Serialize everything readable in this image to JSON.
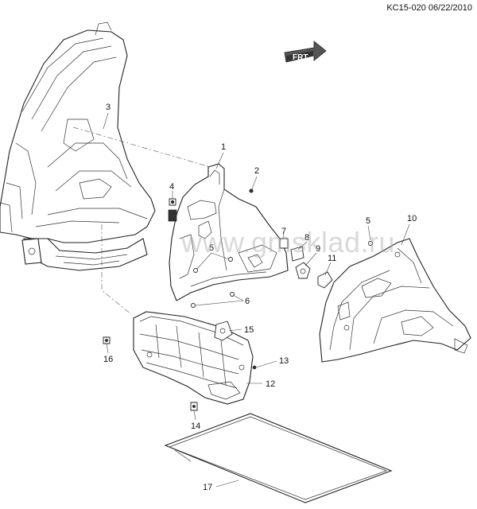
{
  "header": {
    "document_id": "KC15-020 06/22/2010"
  },
  "watermark": "www.gmsklad.ru",
  "front_arrow": {
    "label": "FRT"
  },
  "callouts": [
    "1",
    "2",
    "3",
    "4",
    "5",
    "5",
    "6",
    "7",
    "8",
    "9",
    "10",
    "11",
    "12",
    "13",
    "14",
    "15",
    "16",
    "17"
  ]
}
